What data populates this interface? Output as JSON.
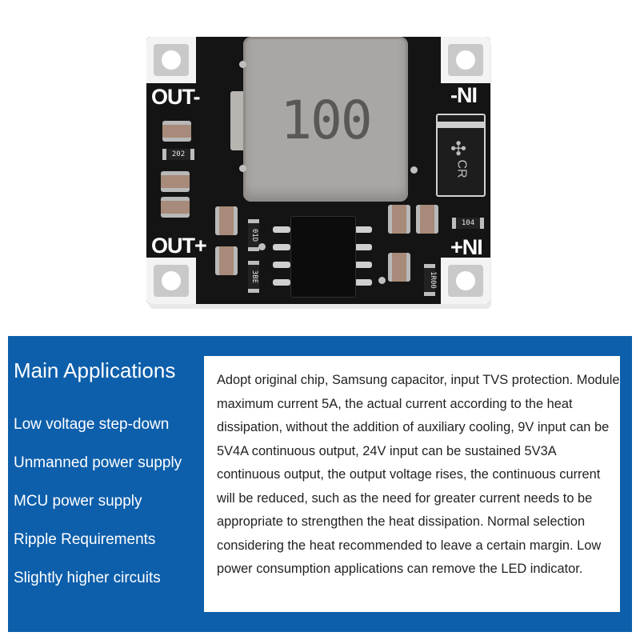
{
  "board": {
    "labels": {
      "out_minus": "OUT-",
      "in_minus": "-NI",
      "out_plus": "OUT+",
      "in_plus": "+NI"
    },
    "inductor_marking": "100",
    "diode_marking": "CR",
    "resistor_markings": [
      "202",
      "01D",
      "104",
      "1R00",
      "3BE"
    ]
  },
  "panel": {
    "title": "Main Applications",
    "applications": [
      "Low voltage step-down",
      "Unmanned power supply",
      "MCU power supply",
      "Ripple Requirements",
      "Slightly higher circuits"
    ],
    "description": "Adopt original chip, Samsung capacitor, input TVS protection. Module maximum current 5A, the actual current according to the heat dissipation, without the addition of auxiliary cooling, 9V input can be 5V4A continuous output, 24V input can be sustained 5V3A continuous output, the output voltage rises, the continuous current will be reduced, such as the need for greater current needs to be appropriate to strengthen the heat dissipation. Normal selection considering the heat recommended to leave a certain margin. Low power consumption applications can remove the LED indicator."
  },
  "colors": {
    "panel_blue": "#0d5fab",
    "board_black": "#141414",
    "inductor_gray": "#a9a6a3"
  }
}
